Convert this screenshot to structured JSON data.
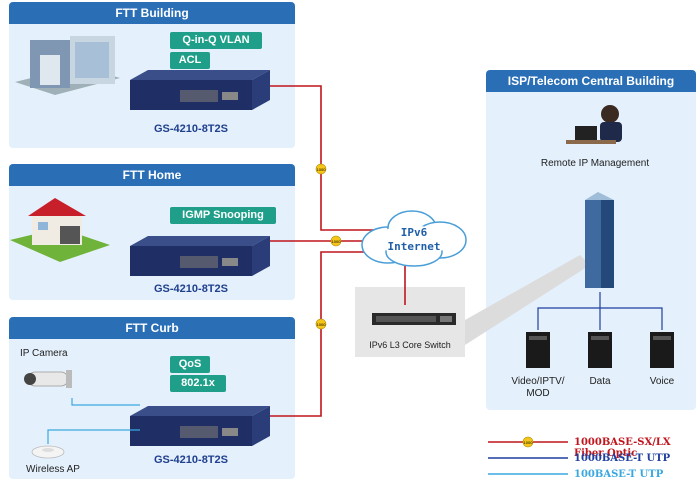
{
  "building": {
    "title": "FTT Building",
    "tags": [
      "Q-in-Q VLAN",
      "ACL"
    ],
    "model": "GS-4210-8T2S"
  },
  "home": {
    "title": "FTT Home",
    "tags": [
      "IGMP Snooping"
    ],
    "model": "GS-4210-8T2S"
  },
  "curb": {
    "title": "FTT Curb",
    "tags": [
      "QoS",
      "802.1x"
    ],
    "model": "GS-4210-8T2S",
    "ip_camera": "IP Camera",
    "wireless_ap": "Wireless AP"
  },
  "internet": {
    "line1": "IPv6",
    "line2": "Internet"
  },
  "core": {
    "label": "IPv6 L3 Core Switch"
  },
  "isp": {
    "title": "ISP/Telecom Central Building",
    "remote_mgmt": "Remote IP Management",
    "servers": [
      "Video/IPTV/\nMOD",
      "Data",
      "Voice"
    ]
  },
  "link_badge": "1000",
  "legend": [
    {
      "label": "1000BASE-SX/LX Fiber Optic",
      "color": "#c0151c"
    },
    {
      "label": "1000BASE-T UTP",
      "color": "#1f3f9f"
    },
    {
      "label": "100BASE-T UTP",
      "color": "#3aa8e0"
    }
  ]
}
